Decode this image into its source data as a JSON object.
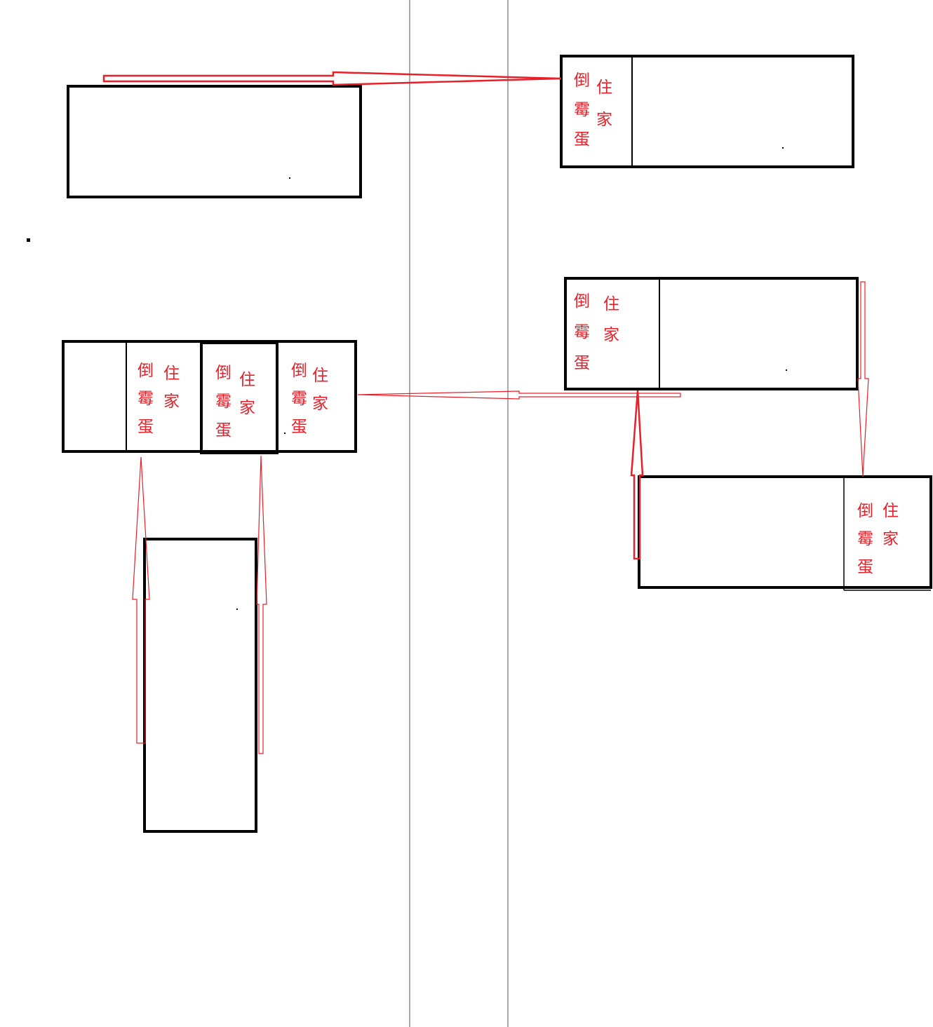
{
  "colors": {
    "box_stroke": "#000000",
    "arrow": "#e8202a",
    "divider": "#555555",
    "background": "#ffffff"
  },
  "label": {
    "col1": [
      "倒",
      "霉",
      "蛋"
    ],
    "col2": [
      "住",
      "家"
    ]
  },
  "groups": [
    {
      "id": "group-top-right"
    },
    {
      "id": "group-mid-right"
    },
    {
      "id": "group-bottom-right"
    },
    {
      "id": "group-mid-left-a"
    },
    {
      "id": "group-mid-left-b"
    },
    {
      "id": "group-mid-left-c"
    }
  ]
}
